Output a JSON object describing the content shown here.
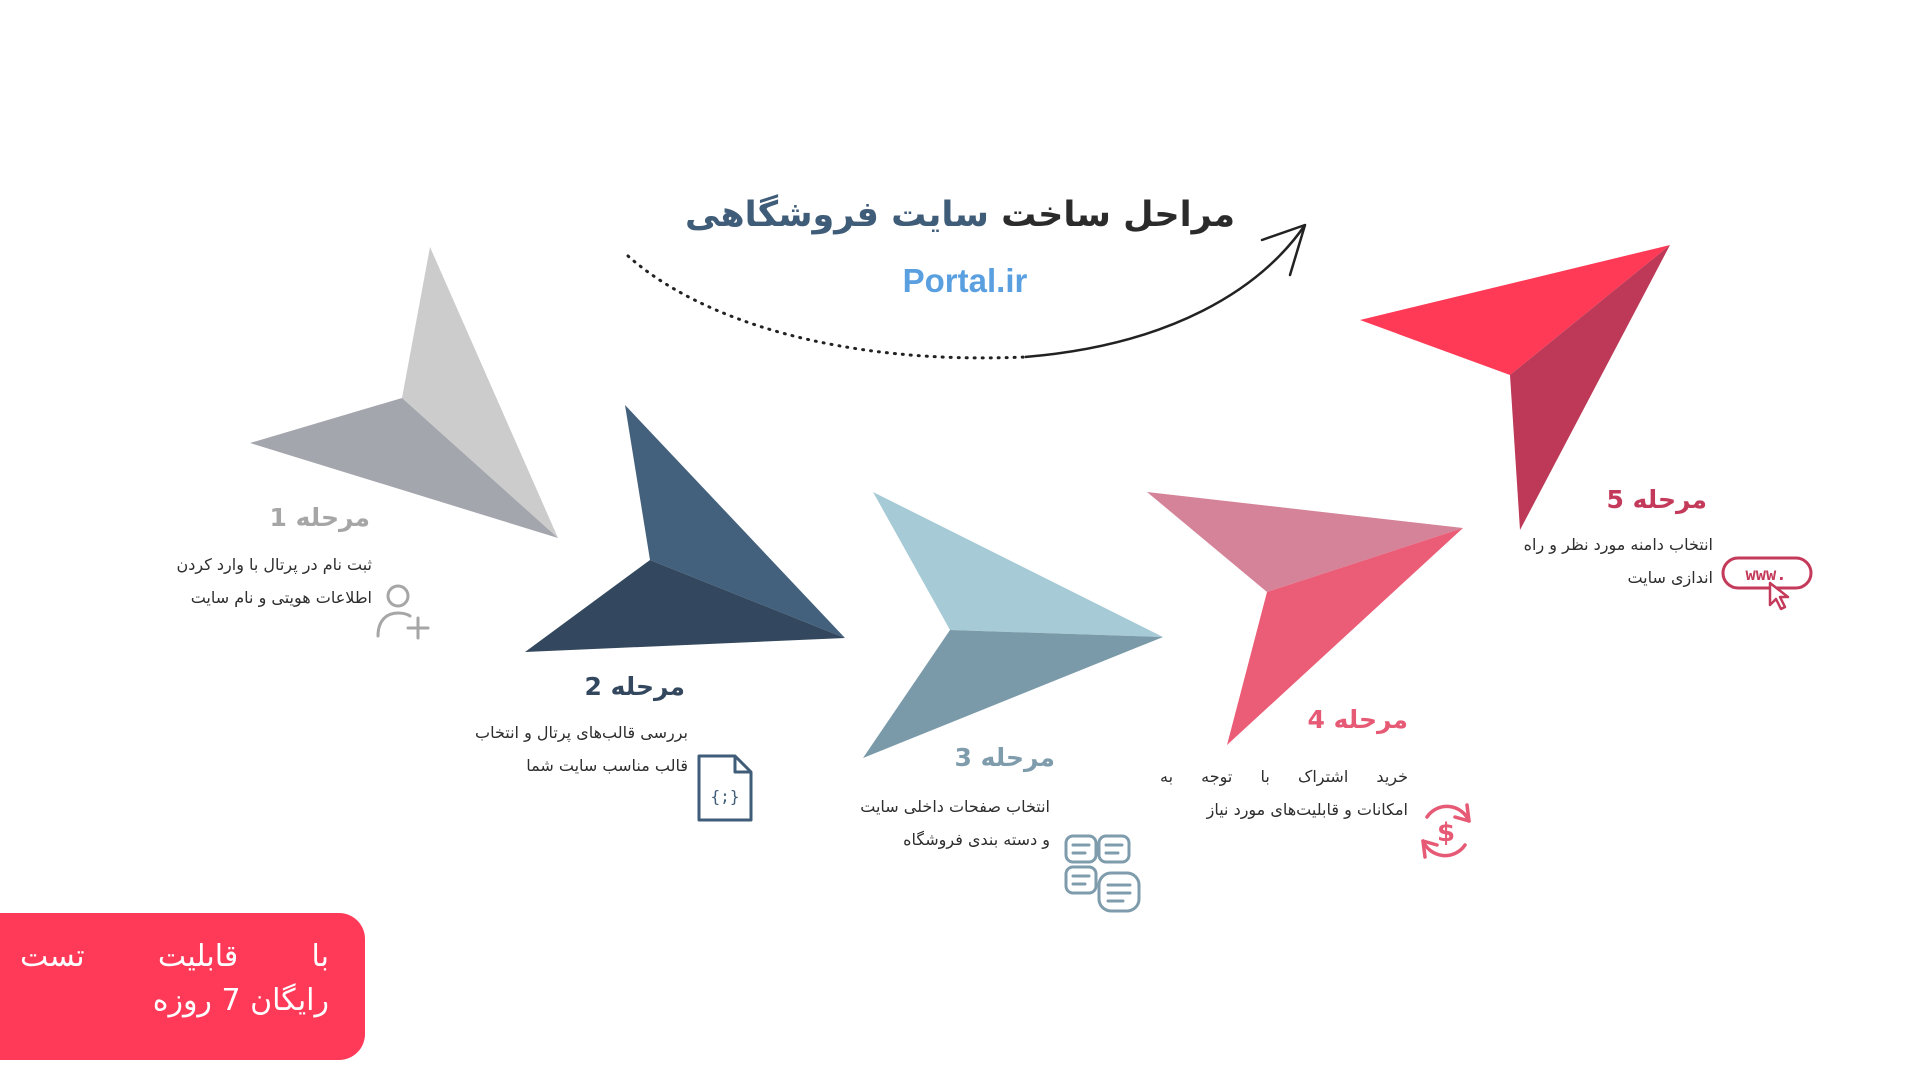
{
  "header": {
    "title_prefix": "مراحل ساخت",
    "title_accent": "سایت فروشگاهی",
    "brand": "Portal.ir"
  },
  "steps": [
    {
      "title": "مرحله 1",
      "line1": "ثبت نام در پرتال با وارد کردن",
      "line2": "اطلاعات هویتی و نام سایت",
      "icon": "user-add-icon",
      "color": "#a6a6a6"
    },
    {
      "title": "مرحله 2",
      "line1": "بررسی قالب‌های پرتال و انتخاب",
      "line2": "قالب مناسب سایت شما",
      "icon": "code-file-icon",
      "color": "#3f5c78"
    },
    {
      "title": "مرحله 3",
      "line1": "انتخاب صفحات داخلی سایت",
      "line2": "و دسته بندی فروشگاه",
      "icon": "pages-icon",
      "color": "#7f9cac"
    },
    {
      "title": "مرحله 4",
      "line1": "خرید اشتراک با توجه به",
      "line2": "امکانات و قابلیت‌های مورد نیاز",
      "icon": "dollar-refresh-icon",
      "color": "#e65a75"
    },
    {
      "title": "مرحله 5",
      "line1": "انتخاب دامنه مورد نظر و راه",
      "line2": "اندازی سایت",
      "icon": "www-icon",
      "color": "#c43a5a"
    }
  ],
  "www_label": "www.",
  "cta": {
    "line1": "با قابلیت تست",
    "line2": "رایگان 7 روزه",
    "color": "#ff3a58"
  }
}
